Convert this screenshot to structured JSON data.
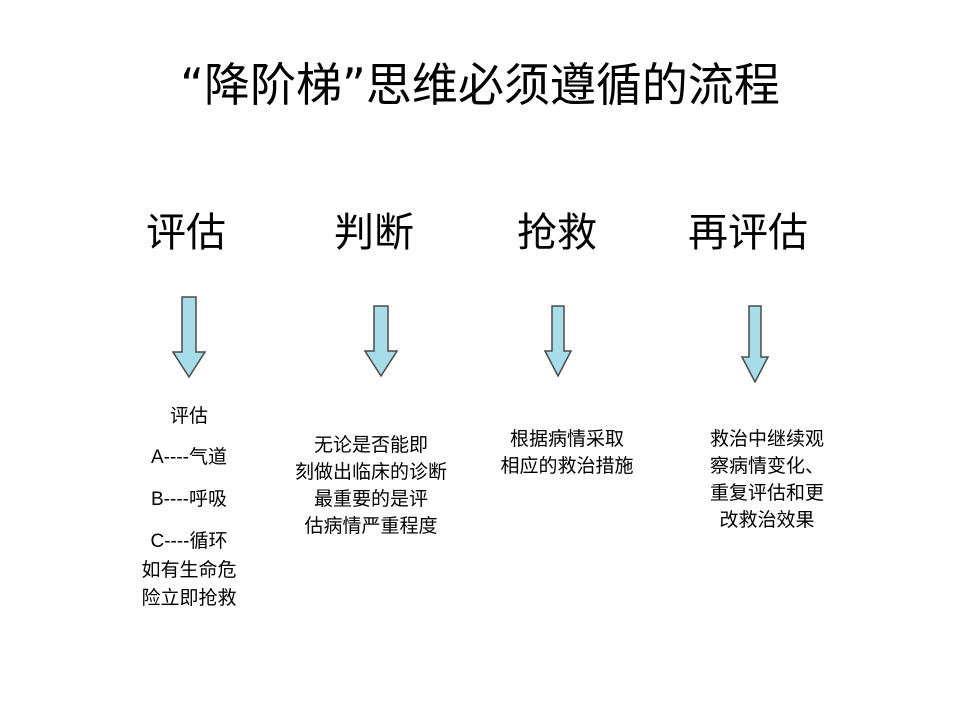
{
  "title": "“降阶梯”思维必须遵循的流程",
  "steps": [
    {
      "label": "评估",
      "desc": [
        "评估",
        "A----气道",
        "B----呼吸",
        "C----循环",
        "如有生命危",
        "险立即抢救"
      ]
    },
    {
      "label": "判断",
      "desc": [
        "无论是否能即",
        "刻做出临床的诊断",
        "最重要的是评",
        "估病情严重程度"
      ]
    },
    {
      "label": "抢救",
      "desc": [
        "根据病情采取",
        "相应的救治措施"
      ]
    },
    {
      "label": "再评估",
      "desc": [
        "救治中继续观",
        "察病情变化、",
        "重复评估和更",
        "改救治效果"
      ]
    }
  ],
  "colors": {
    "arrow_fill": "#a7dde8",
    "arrow_stroke": "#4a4a4a"
  }
}
